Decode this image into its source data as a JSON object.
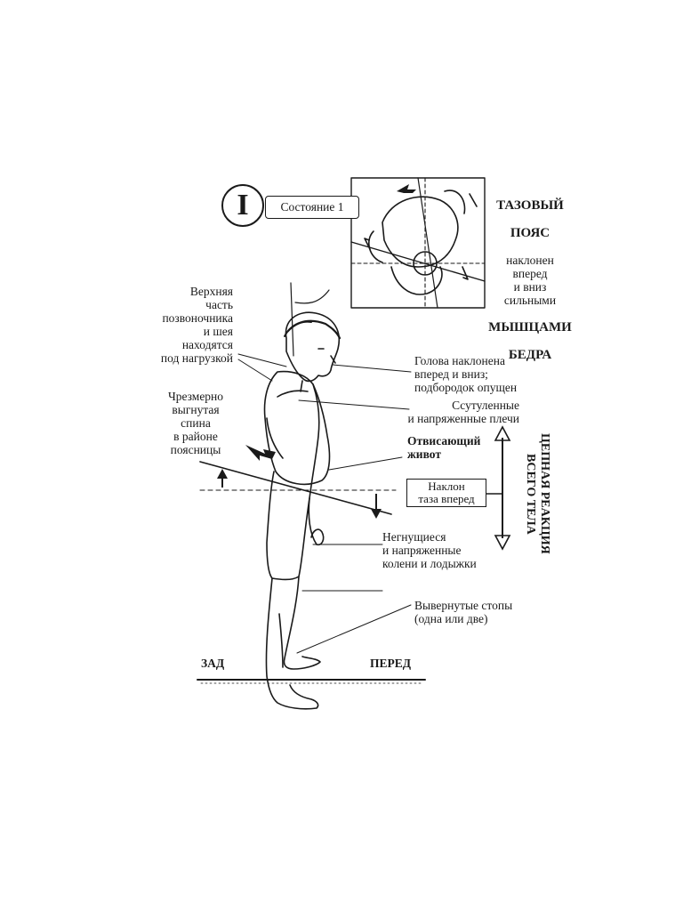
{
  "badge": {
    "numeral": "I"
  },
  "state_label": "Состояние 1",
  "pelvic_note": {
    "line1": "ТАЗОВЫЙ",
    "line2": "ПОЯС",
    "line3": "наклонен\nвперед\nи вниз\nсильными",
    "line4": "МЫШЦАМИ",
    "line5": "БЕДРА"
  },
  "labels": {
    "upper_spine": "Верхняя\nчасть\nпозвоночника\nи шея\nнаходятся\nпод нагрузкой",
    "head": "Голова наклонена\nвперед и вниз;\nподбородок опущен",
    "shoulders": "Ссутуленные\nи напряженные плечи",
    "back": "Чрезмерно\nвыгнутая\nспина\nв районе\nпоясницы",
    "belly": "Отвисающий\nживот",
    "pelvis_tilt": "Наклон\nтаза вперед",
    "chain_reaction": "ЦЕПНАЯ РЕАКЦИЯ\nВСЕГО ТЕЛА",
    "knees": "Негнущиеся\nи напряженные\nколени и лодыжки",
    "feet": "Вывернутые стопы\n(одна или две)",
    "back_side": "ЗАД",
    "front_side": "ПЕРЕД"
  },
  "icons": {
    "arrow_up": "arrow-up-icon",
    "arrow_down": "arrow-down-icon",
    "double_arrow": "double-arrow-vertical-icon",
    "pressure_arrow": "pressure-arrow-icon"
  }
}
